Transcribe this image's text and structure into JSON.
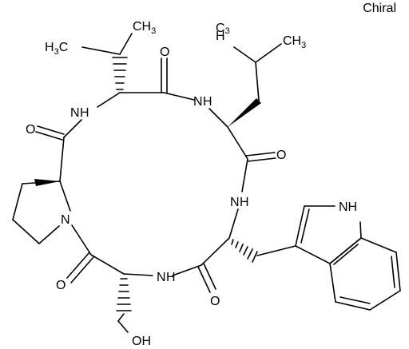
{
  "flag": "Chiral",
  "labels": {
    "leu_ch3_a": "CH3",
    "leu_h3c": "H3C",
    "val_h3c": "H3C",
    "val_ch3": "CH3",
    "O": "O",
    "NH": "NH",
    "N": "N",
    "OH": "OH",
    "NH_indole": "NH"
  }
}
